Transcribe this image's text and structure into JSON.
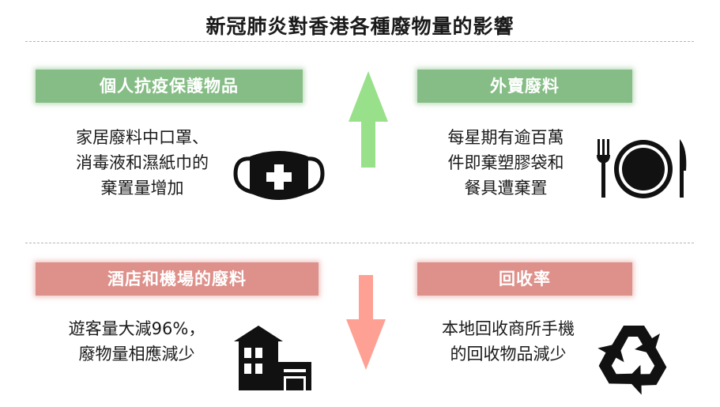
{
  "title": "新冠肺炎對香港各種廢物量的影響",
  "sections": {
    "ppe": {
      "heading": "個人抗疫保護物品",
      "lines": [
        "家居廢料中口罩、",
        "消毒液和濕紙巾的",
        "棄置量增加"
      ],
      "icon": "face-mask-icon",
      "trend": "up"
    },
    "takeaway": {
      "heading": "外賣廢料",
      "lines": [
        "每星期有逾百萬",
        "件即棄塑膠袋和",
        "餐具遭棄置"
      ],
      "icon": "cutlery-plate-icon",
      "trend": "up"
    },
    "hotel_airport": {
      "heading": "酒店和機場的廢料",
      "lines": [
        "遊客量大減96%，",
        "廢物量相應減少"
      ],
      "icon": "building-icon",
      "trend": "down"
    },
    "recycling": {
      "heading": "回收率",
      "lines": [
        "本地回收商所手機",
        "的回收物品減少"
      ],
      "icon": "recycle-icon",
      "trend": "down"
    }
  },
  "colors": {
    "increase": "#86bd86",
    "decrease": "#de908a",
    "up_arrow": "#99e08a",
    "down_arrow": "#ffa095"
  }
}
